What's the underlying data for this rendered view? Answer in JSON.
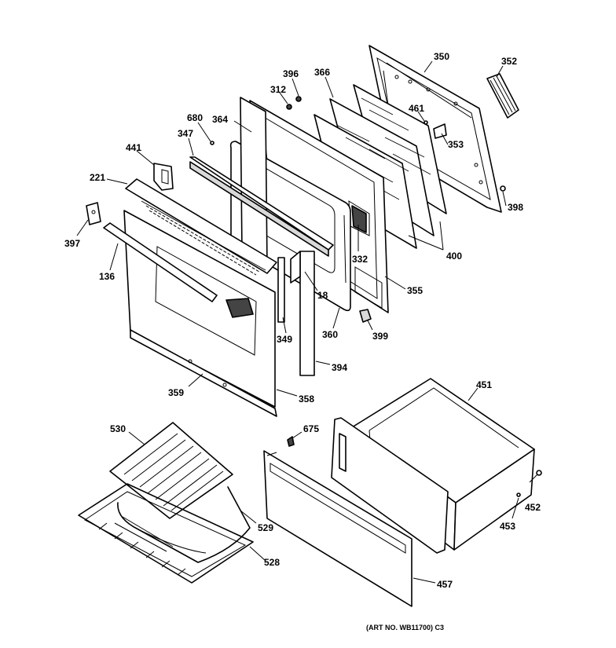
{
  "part_labels": {
    "p350": "350",
    "p352": "352",
    "p396": "396",
    "p366": "366",
    "p312": "312",
    "p461": "461",
    "p353": "353",
    "p680": "680",
    "p364": "364",
    "p347": "347",
    "p441": "441",
    "p398": "398",
    "p221": "221",
    "p397": "397",
    "p400": "400",
    "p332": "332",
    "p136": "136",
    "p355": "355",
    "p18": "18",
    "p349": "349",
    "p360": "360",
    "p399": "399",
    "p394": "394",
    "p451": "451",
    "p359": "359",
    "p358": "358",
    "p675": "675",
    "p530": "530",
    "p452": "452",
    "p453": "453",
    "p529": "529",
    "p528": "528",
    "p457": "457"
  },
  "footer": {
    "art_no": "(ART NO. WB11700) C3"
  }
}
